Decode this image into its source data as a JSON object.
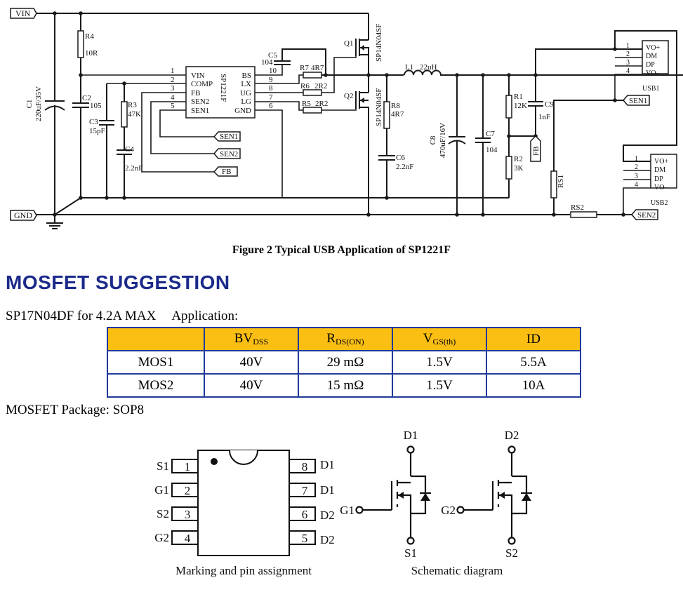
{
  "figure": {
    "caption": "Figure 2 Typical USB Application of SP1221F",
    "net_labels": {
      "vin": "VIN",
      "gnd": "GND",
      "sen1": "SEN1",
      "sen2": "SEN2",
      "fb": "FB"
    },
    "ic": {
      "name": "SP1221F",
      "left_pins": [
        {
          "num": "1",
          "name": "VIN"
        },
        {
          "num": "2",
          "name": "COMP"
        },
        {
          "num": "3",
          "name": "FB"
        },
        {
          "num": "4",
          "name": "SEN2"
        },
        {
          "num": "5",
          "name": "SEN1"
        }
      ],
      "right_pins": [
        {
          "num": "10",
          "name": "BS"
        },
        {
          "num": "9",
          "name": "LX"
        },
        {
          "num": "8",
          "name": "UG"
        },
        {
          "num": "7",
          "name": "LG"
        },
        {
          "num": "6",
          "name": "GND"
        }
      ]
    },
    "components": {
      "c1": {
        "ref": "C1",
        "value": "220uF/35V"
      },
      "r4": {
        "ref": "R4",
        "value": "10R"
      },
      "c2": {
        "ref": "C2",
        "value": "105"
      },
      "c3": {
        "ref": "C3",
        "value": "15pF"
      },
      "r3": {
        "ref": "R3",
        "value": "47K"
      },
      "c4": {
        "ref": "C4",
        "value": "2.2nF"
      },
      "c5": {
        "ref": "C5",
        "value": "104"
      },
      "r7": {
        "ref": "R7",
        "value": "4R7"
      },
      "r6": {
        "ref": "R6",
        "value": "2R2"
      },
      "r5": {
        "ref": "R5",
        "value": "2R2"
      },
      "q1": {
        "ref": "Q1",
        "value": "SP14N04SF"
      },
      "q2": {
        "ref": "Q2",
        "value": "SP14N04SF"
      },
      "r8": {
        "ref": "R8",
        "value": "4R7"
      },
      "c6": {
        "ref": "C6",
        "value": "2.2nF"
      },
      "l1": {
        "ref": "L1",
        "value": "22uH"
      },
      "c8": {
        "ref": "C8",
        "value": "470uF/16V"
      },
      "c7": {
        "ref": "C7",
        "value": "104"
      },
      "r1": {
        "ref": "R1",
        "value": "12K"
      },
      "r2": {
        "ref": "R2",
        "value": "3K"
      },
      "c9": {
        "ref": "C9",
        "value": "1nF"
      },
      "rs1": {
        "ref": "RS1"
      },
      "rs2": {
        "ref": "RS2"
      }
    },
    "usb1": {
      "name": "USB1",
      "pins": [
        {
          "num": "1",
          "name": "VO+"
        },
        {
          "num": "2",
          "name": "DM"
        },
        {
          "num": "3",
          "name": "DP"
        },
        {
          "num": "4",
          "name": "VO-"
        }
      ]
    },
    "usb2": {
      "name": "USB2",
      "pins": [
        {
          "num": "1",
          "name": "VO+"
        },
        {
          "num": "2",
          "name": "DM"
        },
        {
          "num": "3",
          "name": "DP"
        },
        {
          "num": "4",
          "name": "VO-"
        }
      ]
    }
  },
  "section": {
    "title": "MOSFET SUGGESTION",
    "application_prefix": "SP17N04DF for 4.2A MAX",
    "application_suffix": "Application:"
  },
  "table": {
    "headers": [
      {
        "main": "",
        "sub": ""
      },
      {
        "main": "BV",
        "sub": "DSS"
      },
      {
        "main": "R",
        "sub": "DS(ON)"
      },
      {
        "main": "V",
        "sub": "GS(th)"
      },
      {
        "main": "ID",
        "sub": ""
      }
    ],
    "rows": [
      [
        "MOS1",
        "40V",
        "29 mΩ",
        "1.5V",
        "5.5A"
      ],
      [
        "MOS2",
        "40V",
        "15 mΩ",
        "1.5V",
        "10A"
      ]
    ],
    "colors": {
      "header_bg": "#fbbf14",
      "border": "#1f3a9a"
    }
  },
  "package": {
    "label": "MOSFET Package: SOP8",
    "pin_assignment": {
      "caption": "Marking and pin assignment",
      "left": [
        {
          "num": "1",
          "name": "S1"
        },
        {
          "num": "2",
          "name": "G1"
        },
        {
          "num": "3",
          "name": "S2"
        },
        {
          "num": "4",
          "name": "G2"
        }
      ],
      "right": [
        {
          "num": "8",
          "name": "D1"
        },
        {
          "num": "7",
          "name": "D1"
        },
        {
          "num": "6",
          "name": "D2"
        },
        {
          "num": "5",
          "name": "D2"
        }
      ]
    },
    "schematic": {
      "caption": "Schematic diagram",
      "mosfets": [
        {
          "drain": "D1",
          "gate": "G1",
          "source": "S1"
        },
        {
          "drain": "D2",
          "gate": "G2",
          "source": "S2"
        }
      ]
    }
  },
  "colors": {
    "title": "#1b2a8a"
  }
}
